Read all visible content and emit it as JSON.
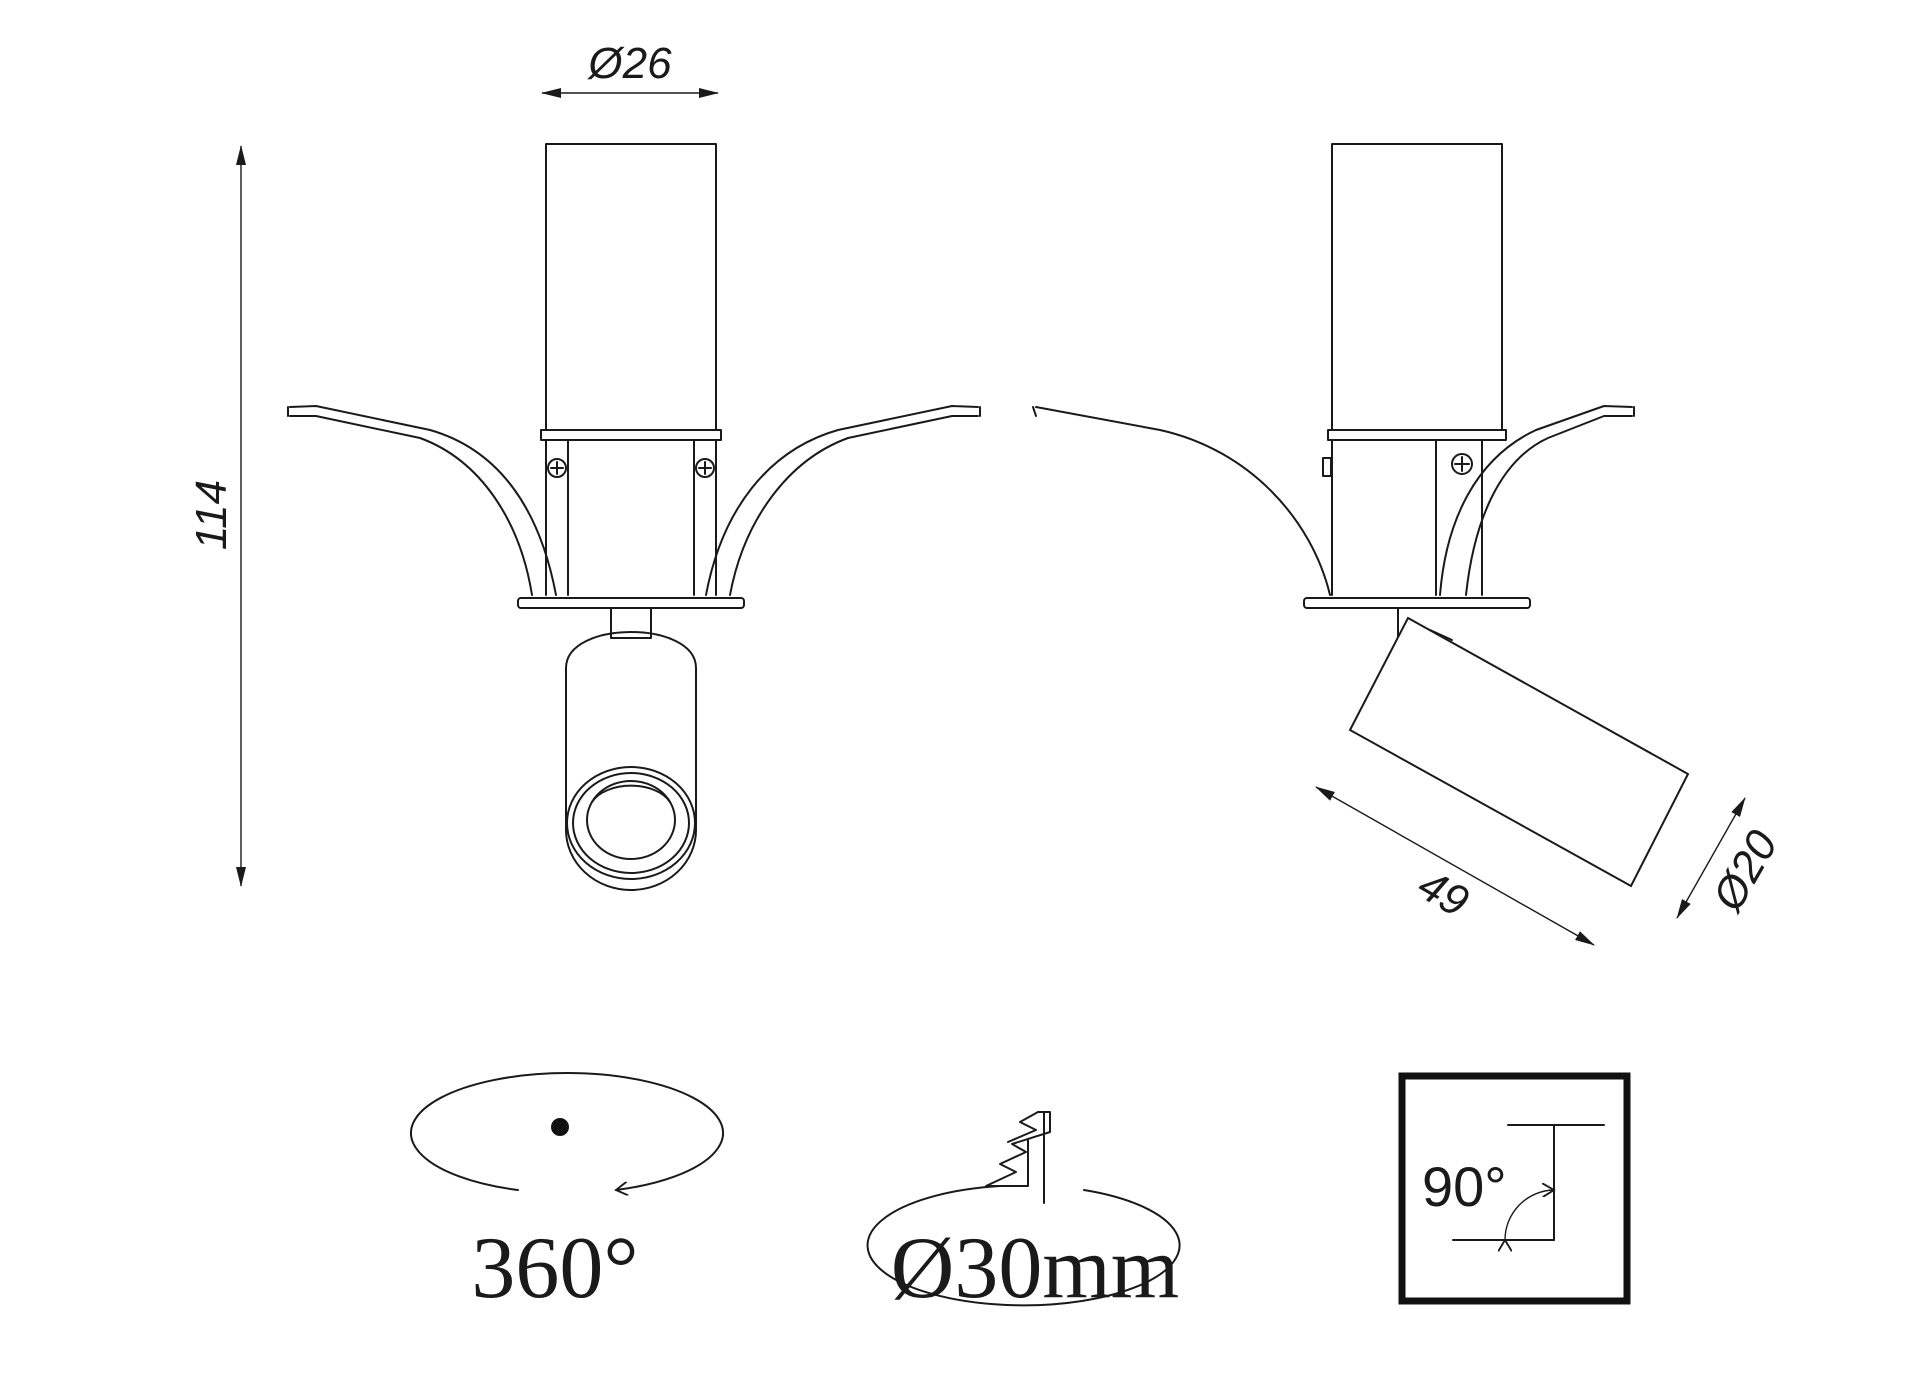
{
  "dimensions": {
    "height": "114",
    "top_diameter": "Ø26",
    "head_length": "49",
    "head_diameter": "Ø20"
  },
  "icons": {
    "rotation": {
      "name": "rotation-icon",
      "label": "360°"
    },
    "cutout": {
      "name": "cutout-icon",
      "label": "Ø30mm"
    },
    "tilt": {
      "name": "tilt-angle-icon",
      "label": "90°"
    }
  },
  "colors": {
    "line": "#1a1a1a",
    "background": "#ffffff"
  }
}
